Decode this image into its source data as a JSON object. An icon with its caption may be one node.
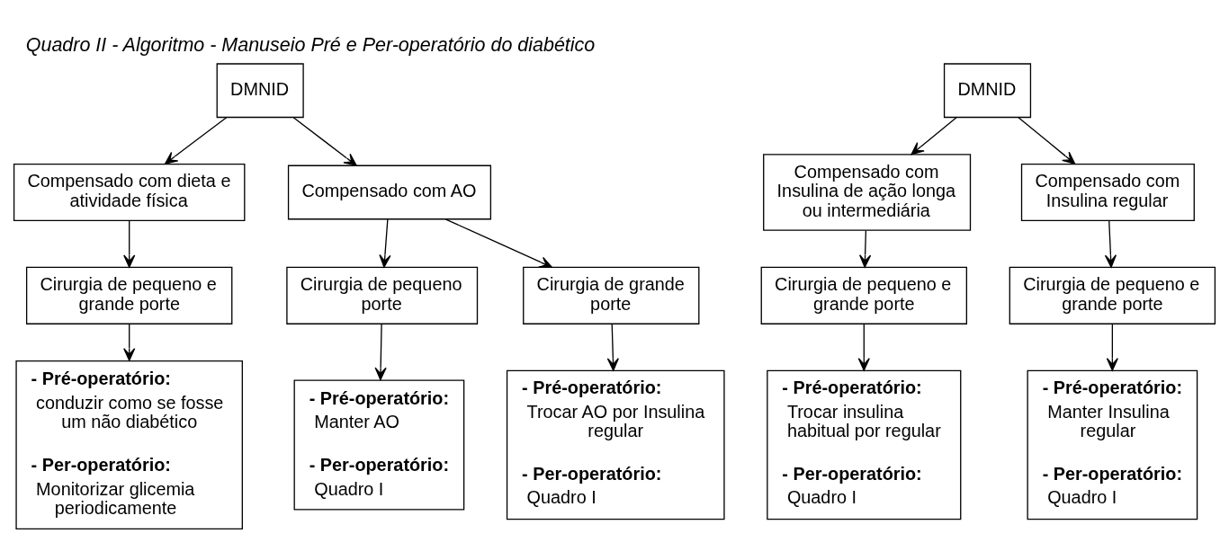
{
  "diagram": {
    "title": "Quadro II - Algoritmo - Manuseio Pré e Per-operatório do diabético",
    "nodes": [
      {
        "text": [
          "DMNID"
        ]
      },
      {
        "text": [
          "Compensado com dieta e atividade física"
        ]
      },
      {
        "text": [
          "Compensado com AO"
        ]
      },
      {
        "text": [
          "Cirurgia de pequeno e grande porte"
        ]
      },
      {
        "text": [
          "Cirurgia de pequeno porte"
        ]
      },
      {
        "text": [
          "Cirurgia de grande porte"
        ]
      },
      {
        "text": [
          "- Pré-operatório:",
          "conduzir como se fosse um não diabético",
          "- Per-operatório:",
          "Monitorizar glicemia periodicamente"
        ]
      },
      {
        "text": [
          "- Pré-operatório:",
          "Manter AO",
          "- Per-operatório:",
          "Quadro I"
        ]
      },
      {
        "text": [
          "- Pré-operatório:",
          "Trocar AO por Insulina regular",
          "- Per-operatório:",
          "Quadro I"
        ]
      },
      {
        "text": [
          "DMNID"
        ]
      },
      {
        "text": [
          "Compensado com Insulina de ação longa ou intermediária"
        ]
      },
      {
        "text": [
          "Compensado com Insulina regular"
        ]
      },
      {
        "text": [
          "Cirurgia de pequeno e grande porte"
        ]
      },
      {
        "text": [
          "Cirurgia de pequeno e grande porte"
        ]
      },
      {
        "text": [
          "- Pré-operatório:",
          "Trocar insulina habitual por regular",
          "- Per-operatório:",
          "Quadro I"
        ]
      },
      {
        "text": [
          "- Pré-operatório:",
          "Manter Insulina regular",
          "- Per-operatório:",
          "Quadro I"
        ]
      }
    ],
    "edges": [
      {
        "from": 0,
        "to": 1,
        "arrow": "to"
      },
      {
        "from": 0,
        "to": 2,
        "arrow": "to"
      },
      {
        "from": 1,
        "to": 3,
        "arrow": "to"
      },
      {
        "from": 2,
        "to": 4,
        "arrow": "to"
      },
      {
        "from": 2,
        "to": 5,
        "arrow": "to"
      },
      {
        "from": 3,
        "to": 6,
        "arrow": "to"
      },
      {
        "from": 4,
        "to": 7,
        "arrow": "to"
      },
      {
        "from": 5,
        "to": 8,
        "arrow": "to"
      },
      {
        "from": 9,
        "to": 10,
        "arrow": "to"
      },
      {
        "from": 9,
        "to": 11,
        "arrow": "to"
      },
      {
        "from": 10,
        "to": 12,
        "arrow": "to"
      },
      {
        "from": 11,
        "to": 13,
        "arrow": "to"
      },
      {
        "from": 12,
        "to": 14,
        "arrow": "to"
      },
      {
        "from": 13,
        "to": 15,
        "arrow": "to"
      }
    ]
  }
}
